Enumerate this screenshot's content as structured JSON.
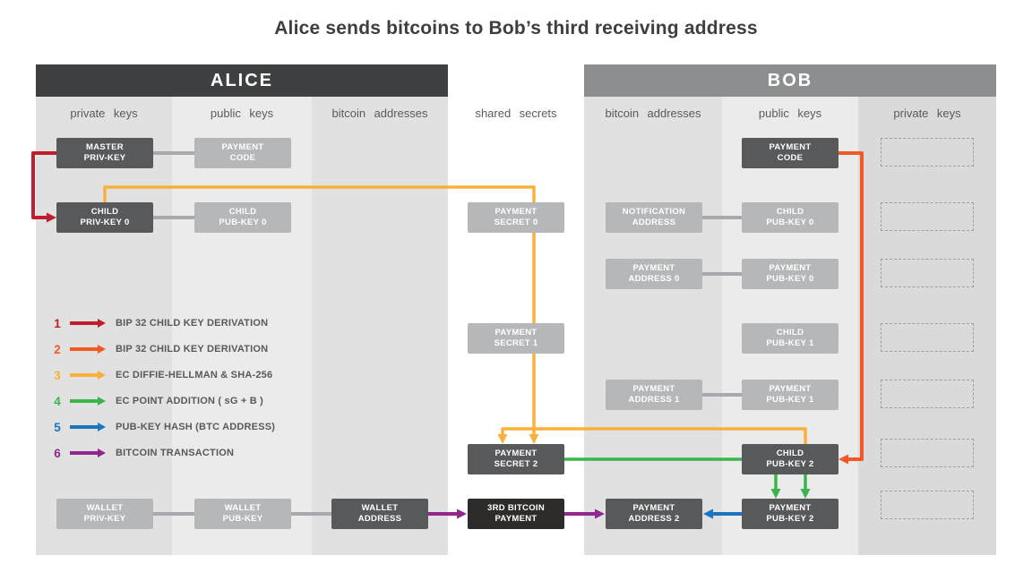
{
  "title": "Alice sends bitcoins to Bob’s third receiving address",
  "colors": {
    "arrow_1": "#be1e2d",
    "arrow_2": "#f15a24",
    "arrow_3": "#fbb03b",
    "arrow_4": "#39b54a",
    "arrow_5": "#1c75bc",
    "arrow_6": "#92278f",
    "connector": "#a7a9ac",
    "box_dark": "#58595b",
    "box_light": "#b5b7b9",
    "box_black": "#2d2c2b",
    "alice_header_bg": "#3f4041",
    "bob_header_bg": "#8c8e90",
    "dashed_border": "#9d9fa2",
    "col_gray": "#e1e1e2",
    "col_lighter": "#ebebec",
    "col_darker": "#dadadb"
  },
  "alice": {
    "header": "ALICE",
    "columns": [
      "private keys",
      "public keys",
      "bitcoin addresses"
    ],
    "boxes": {
      "master_priv_key": "MASTER\nPRIV-KEY",
      "payment_code": "PAYMENT\nCODE",
      "child_priv_key_0": "CHILD\nPRIV-KEY 0",
      "child_pub_key_0": "CHILD\nPUB-KEY 0",
      "wallet_priv_key": "WALLET\nPRIV-KEY",
      "wallet_pub_key": "WALLET\nPUB-KEY",
      "wallet_address": "WALLET\nADDRESS"
    }
  },
  "shared": {
    "column_label": "shared secrets",
    "boxes": {
      "payment_secret_0": "PAYMENT\nSECRET 0",
      "payment_secret_1": "PAYMENT\nSECRET 1",
      "payment_secret_2": "PAYMENT\nSECRET 2",
      "third_bitcoin_payment": "3RD BITCOIN\nPAYMENT"
    }
  },
  "bob": {
    "header": "BOB",
    "columns": [
      "bitcoin addresses",
      "public keys",
      "private keys"
    ],
    "boxes": {
      "payment_code": "PAYMENT\nCODE",
      "notification_address": "NOTIFICATION\nADDRESS",
      "child_pub_key_0": "CHILD\nPUB-KEY 0",
      "payment_address_0": "PAYMENT\nADDRESS 0",
      "payment_pub_key_0": "PAYMENT\nPUB-KEY 0",
      "child_pub_key_1": "CHILD\nPUB-KEY 1",
      "payment_address_1": "PAYMENT\nADDRESS 1",
      "payment_pub_key_1": "PAYMENT\nPUB-KEY 1",
      "child_pub_key_2": "CHILD\nPUB-KEY 2",
      "payment_address_2": "PAYMENT\nADDRESS 2",
      "payment_pub_key_2": "PAYMENT\nPUB-KEY 2"
    }
  },
  "legend": {
    "items": [
      {
        "num": "1",
        "label": "BIP 32 CHILD KEY DERIVATION"
      },
      {
        "num": "2",
        "label": "BIP 32 CHILD KEY DERIVATION"
      },
      {
        "num": "3",
        "label": "EC DIFFIE-HELLMAN & SHA-256"
      },
      {
        "num": "4",
        "label": "EC POINT ADDITION ( sG + B )"
      },
      {
        "num": "5",
        "label": "PUB-KEY HASH (BTC ADDRESS)"
      },
      {
        "num": "6",
        "label": "BITCOIN TRANSACTION"
      }
    ]
  }
}
